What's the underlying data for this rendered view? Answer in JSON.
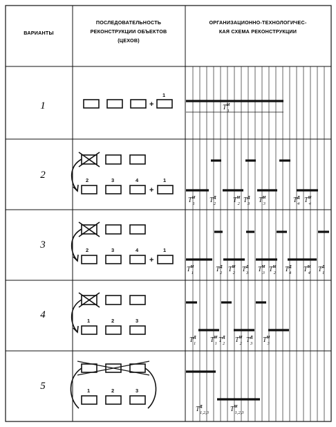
{
  "header": {
    "col1": "ВАРИАНТЫ",
    "col2": [
      "ПОСЛЕДОВАТЕЛЬНОСТЬ",
      "РЕКОНСТРУКЦИИ ОБЪЕКТОВ",
      "(ЦЕХОВ)"
    ],
    "col3": [
      "ОРГАНИЗАЦИОННО-ТЕХНОЛОГИЧЕС-",
      "КАЯ СХЕМА РЕКОНСТРУКЦИИ"
    ]
  },
  "rows": [
    {
      "variant": "1",
      "seq_labels": [
        "1"
      ],
      "time_labels": [
        {
          "main": "T",
          "sup": "M",
          "sub": "1"
        }
      ]
    },
    {
      "variant": "2",
      "seq_labels": [
        "2",
        "3",
        "4",
        "1"
      ],
      "time_labels": [
        {
          "main": "T",
          "sup": "M",
          "sub": "1"
        },
        {
          "main": "T",
          "sup": "Д",
          "sub": "2"
        },
        {
          "main": "T",
          "sup": "M",
          "sub": "2"
        },
        {
          "main": "T",
          "sup": "Д",
          "sub": "3"
        },
        {
          "main": "T",
          "sup": "M",
          "sub": "3"
        },
        {
          "main": "T",
          "sup": "Д",
          "sub": "4"
        },
        {
          "main": "T",
          "sup": "M",
          "sub": "4"
        }
      ]
    },
    {
      "variant": "3",
      "seq_labels": [
        "2",
        "3",
        "4",
        "1"
      ],
      "time_labels": [
        {
          "main": "T",
          "sup": "M",
          "sub": "1"
        },
        {
          "main": "T",
          "sup": "Д",
          "sub": "2"
        },
        {
          "main": "T",
          "sup": "M",
          "sub": "2"
        },
        {
          "main": "T",
          "sup": "Д",
          "sub": "3"
        },
        {
          "main": "T",
          "sup": "M",
          "sub": "3"
        },
        {
          "main": "T",
          "sup": "M",
          "sub": "2"
        },
        {
          "main": "T",
          "sup": "Д",
          "sub": "4"
        },
        {
          "main": "T",
          "sup": "M",
          "sub": "4"
        },
        {
          "main": "T",
          "sup": "Д",
          "sub": "1"
        }
      ]
    },
    {
      "variant": "4",
      "seq_labels": [
        "1",
        "2",
        "3"
      ],
      "time_labels": [
        {
          "main": "T",
          "sup": "Д",
          "sub": "1"
        },
        {
          "main": "T",
          "sup": "M",
          "sub": "1"
        },
        {
          "main": "T",
          "sup": "Д",
          "sub": "2"
        },
        {
          "main": "T",
          "sup": "M",
          "sub": "2"
        },
        {
          "main": "T",
          "sup": "Д",
          "sub": "3"
        },
        {
          "main": "T",
          "sup": "M",
          "sub": "3"
        }
      ]
    },
    {
      "variant": "5",
      "seq_labels": [
        "1",
        "2",
        "3"
      ],
      "time_labels": [
        {
          "main": "T",
          "sup": "Д",
          "sub": "1,2,3"
        },
        {
          "main": "T",
          "sup": "M",
          "sub": "1,2,3"
        }
      ]
    }
  ],
  "colors": {
    "ink": "#111111",
    "background": "#ffffff"
  }
}
